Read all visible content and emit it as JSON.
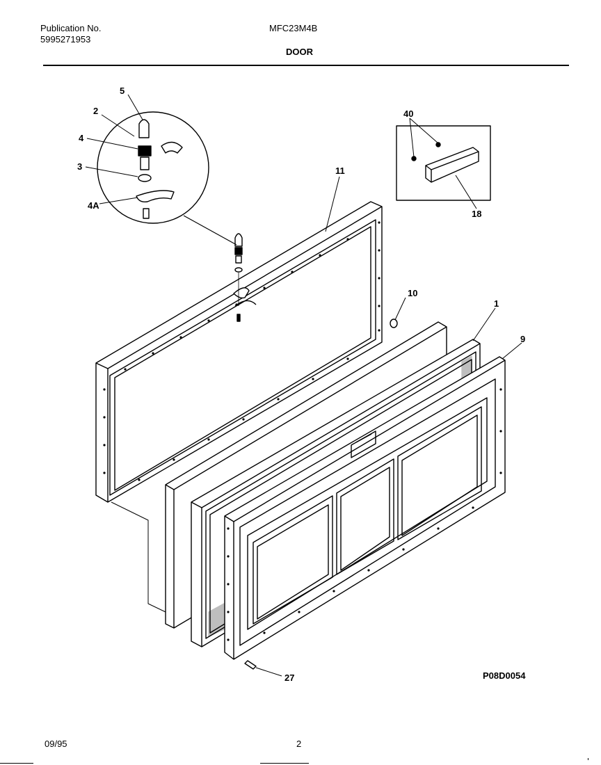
{
  "header": {
    "publication_label": "Publication No.",
    "publication_number": "5995271953",
    "model": "MFC23M4B",
    "section_title": "DOOR"
  },
  "diagram": {
    "callouts": {
      "c5": "5",
      "c2": "2",
      "c4": "4",
      "c3": "3",
      "c4a": "4A",
      "c11": "11",
      "c40": "40",
      "c18": "18",
      "c10": "10",
      "c1": "1",
      "c9": "9",
      "c27": "27"
    },
    "drawing_code": "P08D0054"
  },
  "footer": {
    "date": "09/95",
    "page": "2"
  }
}
